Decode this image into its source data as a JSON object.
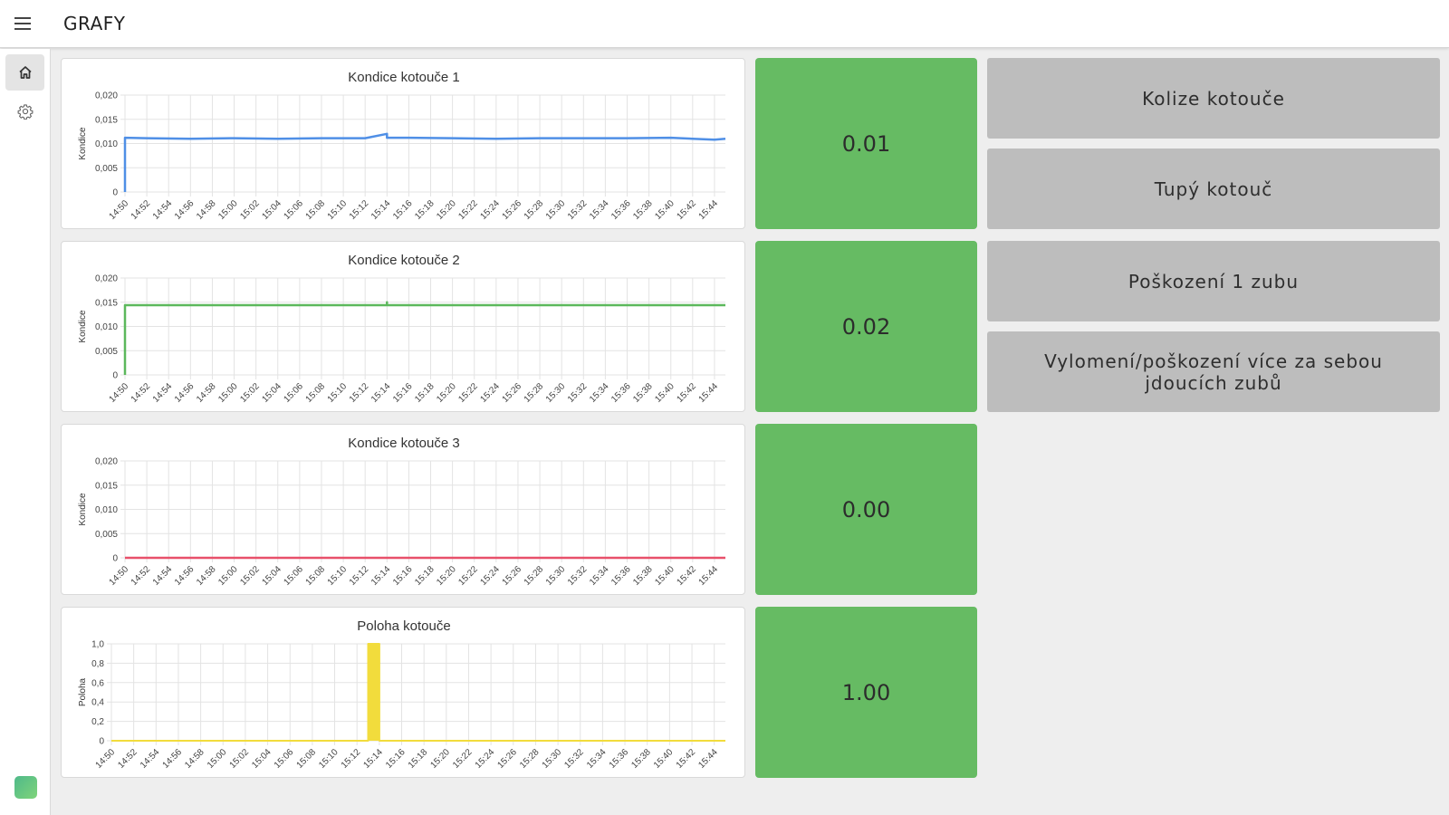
{
  "app": {
    "title": "GRAFY"
  },
  "header": {
    "menu_icon": "menu-icon"
  },
  "sidebar": {
    "items": [
      {
        "icon": "home-icon",
        "active": true
      },
      {
        "icon": "gear-icon",
        "active": false
      }
    ]
  },
  "status": {
    "color": "#66bb63"
  },
  "time_ticks": [
    "14:50",
    "14:52",
    "14:54",
    "14:56",
    "14:58",
    "15:00",
    "15:02",
    "15:04",
    "15:06",
    "15:08",
    "15:10",
    "15:12",
    "15:14",
    "15:16",
    "15:18",
    "15:20",
    "15:22",
    "15:24",
    "15:26",
    "15:28",
    "15:30",
    "15:32",
    "15:34",
    "15:36",
    "15:38",
    "15:40",
    "15:42",
    "15:44"
  ],
  "chart_data": [
    {
      "type": "line",
      "title": "Kondice kotouče 1",
      "xlabel": "",
      "ylabel": "Kondice",
      "ylim": [
        0,
        0.02
      ],
      "yticks": [
        "0",
        "0,005",
        "0,010",
        "0,015",
        "0,020"
      ],
      "xlim": [
        "14:50",
        "15:45"
      ],
      "grid": true,
      "color": "#4f8fe6",
      "series": [
        {
          "x": [
            "14:50",
            "14:50",
            "14:52",
            "14:56",
            "15:00",
            "15:04",
            "15:08",
            "15:12",
            "15:14",
            "15:14",
            "15:16",
            "15:20",
            "15:24",
            "15:28",
            "15:32",
            "15:36",
            "15:40",
            "15:42",
            "15:44",
            "15:45"
          ],
          "values": [
            0,
            0.0112,
            0.0111,
            0.011,
            0.0111,
            0.011,
            0.0111,
            0.0111,
            0.012,
            0.0112,
            0.0112,
            0.0111,
            0.011,
            0.0111,
            0.0111,
            0.0111,
            0.0112,
            0.011,
            0.0108,
            0.011
          ]
        }
      ]
    },
    {
      "type": "line",
      "title": "Kondice kotouče 2",
      "xlabel": "",
      "ylabel": "Kondice",
      "ylim": [
        0,
        0.02
      ],
      "yticks": [
        "0",
        "0,005",
        "0,010",
        "0,015",
        "0,020"
      ],
      "xlim": [
        "14:50",
        "15:45"
      ],
      "grid": true,
      "color": "#5cb85c",
      "series": [
        {
          "x": [
            "14:50",
            "14:50",
            "15:14",
            "15:14",
            "15:14",
            "15:45"
          ],
          "values": [
            0,
            0.0144,
            0.0144,
            0.015,
            0.0144,
            0.0144
          ]
        }
      ]
    },
    {
      "type": "line",
      "title": "Kondice kotouče 3",
      "xlabel": "",
      "ylabel": "Kondice",
      "ylim": [
        0,
        0.02
      ],
      "yticks": [
        "0",
        "0,005",
        "0,010",
        "0,015",
        "0,020"
      ],
      "xlim": [
        "14:50",
        "15:45"
      ],
      "grid": true,
      "color": "#e8506a",
      "series": [
        {
          "x": [
            "14:50",
            "15:45"
          ],
          "values": [
            0,
            0
          ]
        }
      ]
    },
    {
      "type": "line",
      "title": "Poloha kotouče",
      "xlabel": "",
      "ylabel": "Poloha",
      "ylim": [
        0,
        1
      ],
      "yticks": [
        "0",
        "0,2",
        "0,4",
        "0,6",
        "0,8",
        "1,0"
      ],
      "xlim": [
        "14:50",
        "15:45"
      ],
      "grid": true,
      "color": "#f2dc3c",
      "series": [
        {
          "x": [
            "14:50",
            "15:13",
            "15:13",
            "15:14",
            "15:14",
            "15:45"
          ],
          "values": [
            0,
            0,
            1,
            1,
            0,
            0
          ]
        }
      ]
    }
  ],
  "values": [
    "0.01",
    "0.02",
    "0.00",
    "1.00"
  ],
  "faults": [
    {
      "label": "Kolize kotouče",
      "color": "#bdbdbd"
    },
    {
      "label": "Tupý kotouč",
      "color": "#bdbdbd"
    },
    {
      "label": "Poškození 1 zubu",
      "color": "#bdbdbd"
    },
    {
      "label": "Vylomení/poškození více za sebou jdoucích zubů",
      "color": "#bdbdbd"
    }
  ]
}
